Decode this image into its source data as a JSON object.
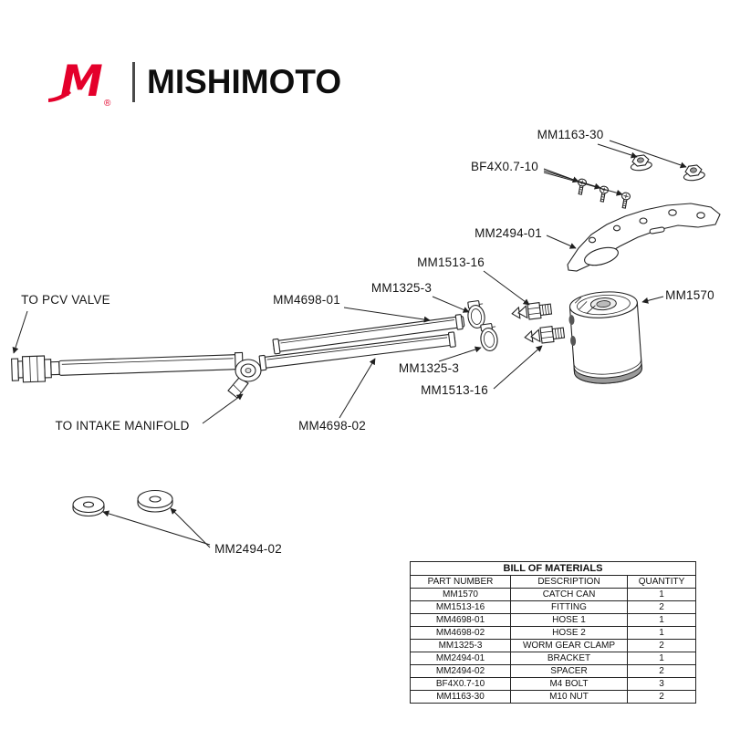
{
  "brand": {
    "name": "MISHIMOTO",
    "registered": "®"
  },
  "colors": {
    "brand_red": "#e4002b",
    "line": "#1f1f1f"
  },
  "diagram": {
    "labels": {
      "nut": "MM1163-30",
      "bolt": "BF4X0.7-10",
      "bracket": "MM2494-01",
      "fitting_top": "MM1513-16",
      "clamp_top": "MM1325-3",
      "hose1": "MM4698-01",
      "catch_can": "MM1570",
      "pcv_valve": "TO PCV VALVE",
      "clamp_bottom": "MM1325-3",
      "fitting_bottom": "MM1513-16",
      "intake_manifold": "TO INTAKE MANIFOLD",
      "hose2": "MM4698-02",
      "spacer": "MM2494-02"
    }
  },
  "bom": {
    "title": "BILL OF MATERIALS",
    "columns": [
      "PART NUMBER",
      "DESCRIPTION",
      "QUANTITY"
    ],
    "rows": [
      [
        "MM1570",
        "CATCH CAN",
        "1"
      ],
      [
        "MM1513-16",
        "FITTING",
        "2"
      ],
      [
        "MM4698-01",
        "HOSE 1",
        "1"
      ],
      [
        "MM4698-02",
        "HOSE 2",
        "1"
      ],
      [
        "MM1325-3",
        "WORM GEAR CLAMP",
        "2"
      ],
      [
        "MM2494-01",
        "BRACKET",
        "1"
      ],
      [
        "MM2494-02",
        "SPACER",
        "2"
      ],
      [
        "BF4X0.7-10",
        "M4 BOLT",
        "3"
      ],
      [
        "MM1163-30",
        "M10 NUT",
        "2"
      ]
    ]
  }
}
